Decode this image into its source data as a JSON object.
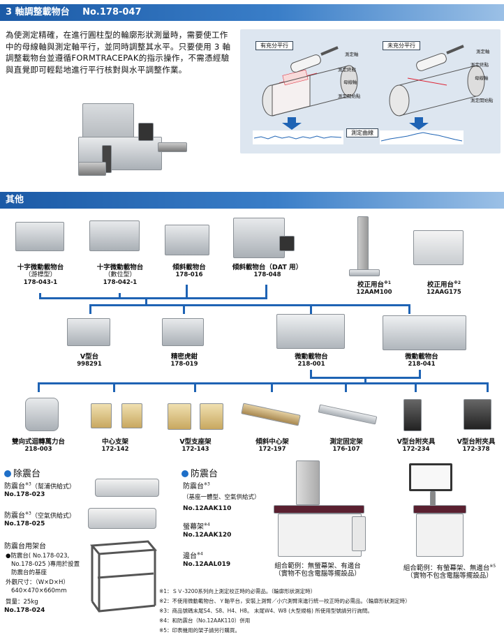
{
  "header1": {
    "title": "3 軸調整載物台",
    "code": "No.178-047"
  },
  "intro": "為使測定精確，在進行圓柱型的輪廓形狀測量時，需要使工作中的母線軸與測定軸平行，並同時調整其水平。只要使用 3 軸調整載物台並遵循FORMTRACEPAK的指示操作，不需憑經驗與直覺即可輕鬆地進行平行核對與水平調整作業。",
  "diagram": {
    "left_tag": "有充分平行",
    "right_tag": "未充分平行",
    "axis": "測定軸",
    "end": "測定終點",
    "generatrix": "母線軸",
    "start": "測定開始點",
    "curve": "測定曲線"
  },
  "header2": {
    "title": "其他"
  },
  "row1": [
    {
      "name": "十字微動載物台",
      "sub": "（游標型）",
      "code": "178-043-1"
    },
    {
      "name": "十字微動載物台",
      "sub": "（數位型）",
      "code": "178-042-1"
    },
    {
      "name": "傾斜載物台",
      "sub": "",
      "code": "178-016"
    },
    {
      "name": "傾斜載物台（DAT 用）",
      "sub": "",
      "code": "178-048"
    },
    {
      "name": "校正用台",
      "sup": "※1",
      "code": "12AAM100"
    },
    {
      "name": "校正用台",
      "sup": "※2",
      "code": "12AAG175"
    }
  ],
  "row2": [
    {
      "name": "V型台",
      "code": "998291"
    },
    {
      "name": "精密虎鉗",
      "code": "178-019"
    },
    {
      "name": "微動載物台",
      "code": "218-001"
    },
    {
      "name": "微動載物台",
      "code": "218-041"
    }
  ],
  "row3": [
    {
      "name": "雙向式迴轉萬力台",
      "code": "218-003"
    },
    {
      "name": "中心支架",
      "code": "172-142"
    },
    {
      "name": "V型支座架",
      "code": "172-143"
    },
    {
      "name": "傾斜中心架",
      "code": "172-197"
    },
    {
      "name": "測定固定架",
      "code": "176-107"
    },
    {
      "name": "V型台附夾具",
      "code": "172-234"
    },
    {
      "name": "V型台附夾具",
      "code": "172-378"
    }
  ],
  "vib1": {
    "title": "除震台",
    "item1": {
      "name": "防震台",
      "sup": "※3",
      "desc": "（幫浦供給式）",
      "code": "No.178-023"
    },
    "item2": {
      "name": "防震台",
      "sup": "※3",
      "desc": "（空氣供給式）",
      "code": "No.178-025"
    },
    "item3": {
      "name": "防震台用架台",
      "bullet": "●防震台( No.178-023,",
      "b2": "No.178-025 )專用於設置",
      "b3": "防震台的基座",
      "dim_label": "外觀尺寸：（W×D×H）",
      "dim": "640×470×660mm",
      "mass": "質量：25kg",
      "code": "No.178-024"
    }
  },
  "vib2": {
    "title": "防震台",
    "item1": {
      "name": "防震台",
      "sup": "※3",
      "desc": "（基座一體型、空氣供給式）",
      "code": "No.12AAK110"
    },
    "item2": {
      "name": "螢幕架",
      "sup": "※4",
      "code": "No.12AAK120"
    },
    "item3": {
      "name": "邊台",
      "sup": "※4",
      "code": "No.12AAL019"
    }
  },
  "combo1": {
    "l1": "組合範例：無螢幕架、有邊台",
    "l2": "（實物不包含電腦等擺設品）"
  },
  "combo2": {
    "l1": "組合範例：有螢幕架、無邊台",
    "sup": "※5",
    "l2": "（實物不包含電腦等擺設品）"
  },
  "notes": [
    "※1：ＳＶ-3200系列向上測定校正時的必需品。（輪廓形狀測定時）",
    "※2：不使用微動載物台、Ｙ軸平台，安裝上測臂／小穴測臂來進行統一校正時的必需品。（輪廓形狀測定時）",
    "※3：商品號碼末尾S4、S8、H4、H8。 末尾W4、W8 (大型規格) 所使用型號請另行詢問。",
    "※4：和防震台（No.12AAK110）併用",
    "※5：印表機用的架子請另行購買。"
  ]
}
